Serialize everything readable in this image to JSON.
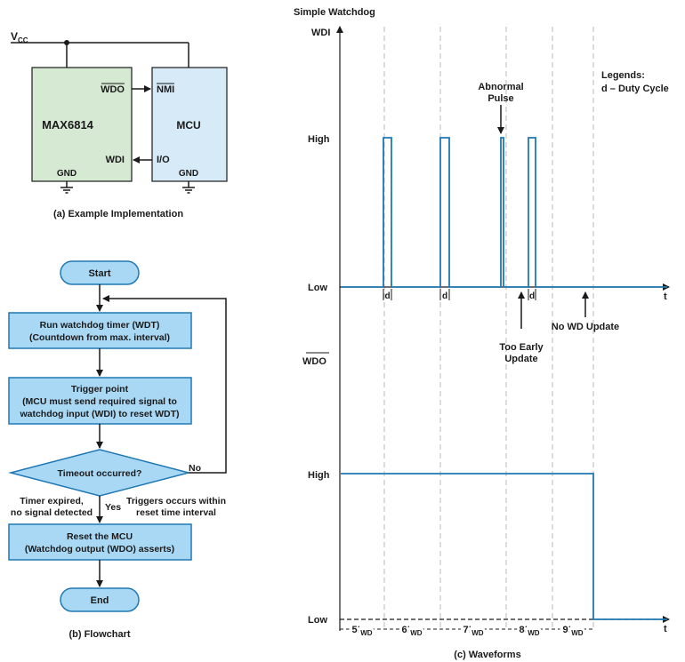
{
  "implementation": {
    "vcc_main": "V",
    "vcc_sub": "CC",
    "chip": "MAX6814",
    "wdo_pin": "WDO",
    "wdi_pin": "WDI",
    "gnd_left": "GND",
    "mcu": "MCU",
    "nmi_pin": "NMI",
    "io_pin": "I/O",
    "gnd_right": "GND",
    "caption": "(a) Example Implementation"
  },
  "flowchart": {
    "start": "Start",
    "step1_line1": "Run watchdog timer (WDT)",
    "step1_line2": "(Countdown from max. interval)",
    "step2_line1": "Trigger point",
    "step2_line2": "(MCU must send required signal to",
    "step2_line3": "watchdog input (WDI) to reset WDT)",
    "decision": "Timeout occurred?",
    "no_label": "No",
    "yes_label": "Yes",
    "left_note_line1": "Timer expired,",
    "left_note_line2": "no signal detected",
    "right_note_line1": "Triggers occurs within",
    "right_note_line2": "reset time interval",
    "step3_line1": "Reset the MCU",
    "step3_line2": "(Watchdog output (WDO) asserts)",
    "end": "End",
    "caption": "(b) Flowchart"
  },
  "waveforms": {
    "title": "Simple Watchdog",
    "wdi_axis": "WDI",
    "wdo_axis": "WDO",
    "high": "High",
    "low": "Low",
    "t": "t",
    "legend_title": "Legends:",
    "legend_item": "d – Duty Cycle",
    "duty": "d",
    "abnormal_line1": "Abnormal",
    "abnormal_line2": "Pulse",
    "too_early_line1": "Too Early",
    "too_early_line2": "Update",
    "no_update": "No WD Update",
    "intervals": [
      {
        "main": "5t",
        "sub": "WD"
      },
      {
        "main": "6t",
        "sub": "WD"
      },
      {
        "main": "7t",
        "sub": "WD"
      },
      {
        "main": "8t",
        "sub": "WD"
      },
      {
        "main": "9t",
        "sub": "WD"
      }
    ],
    "caption": "(c) Waveforms"
  },
  "colors": {
    "chip_fill": "#d6ead3",
    "mcu_fill": "#d7eaf8",
    "flow_fill": "#a9d8f5",
    "flow_stroke": "#1f78b4",
    "signal": "#1f78b4",
    "ink": "#1a1a1a",
    "grid": "#b8b8b8"
  }
}
